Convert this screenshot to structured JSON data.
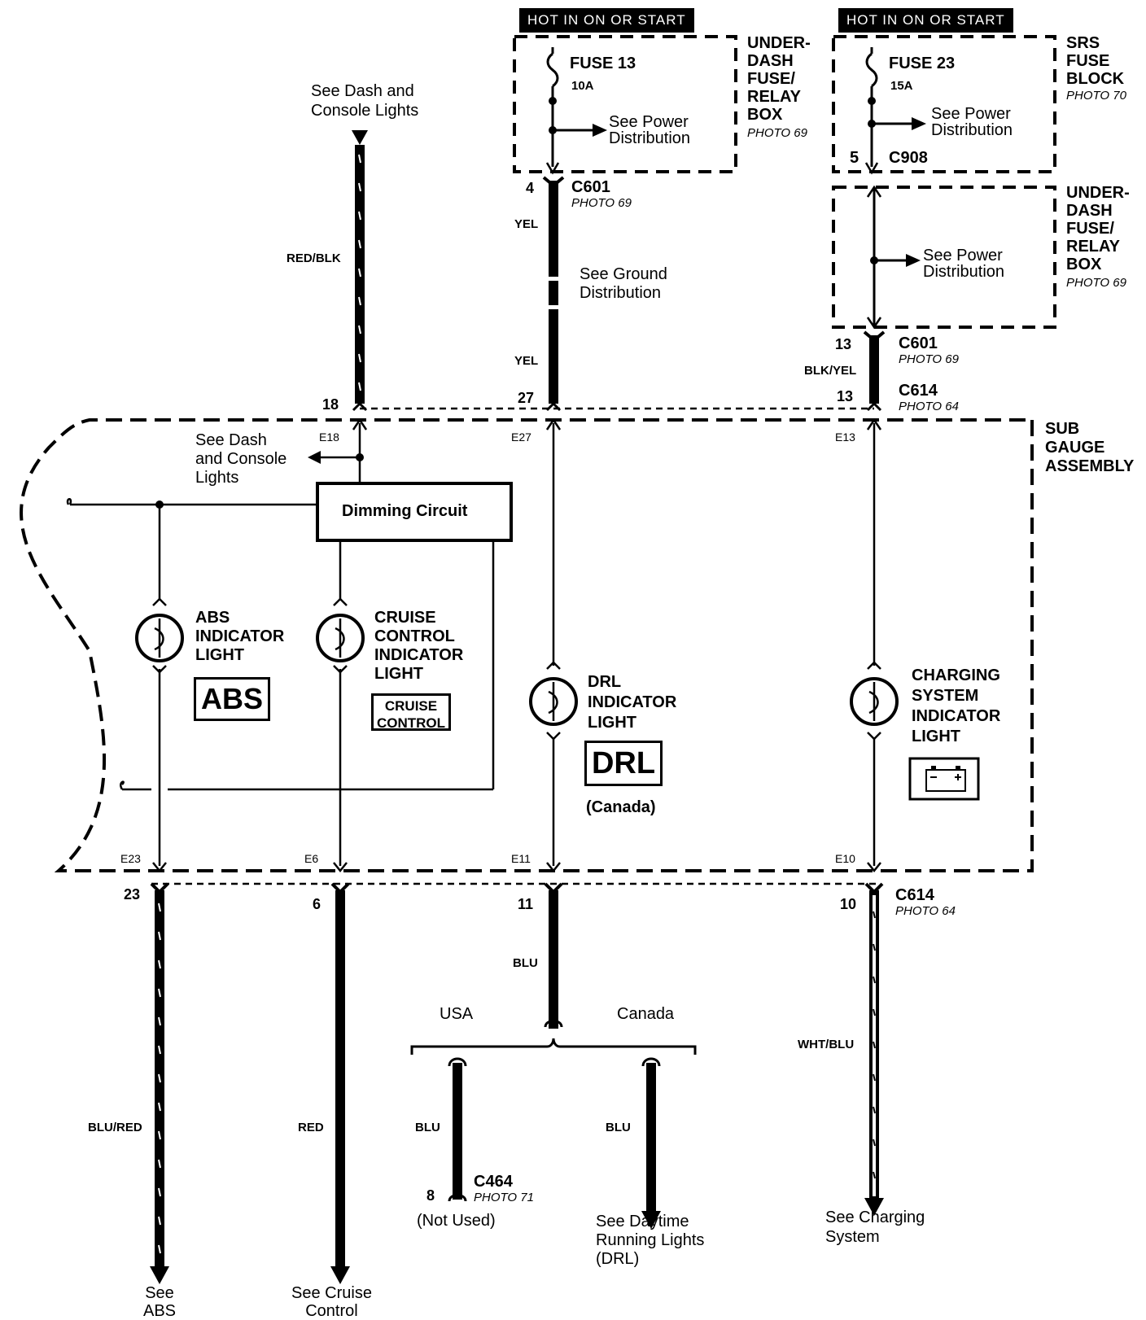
{
  "fuse_box_1": {
    "banner": "HOT IN ON OR START",
    "fuse_name": "FUSE 13",
    "fuse_rating": "10A",
    "see_power": "See Power\nDistribution",
    "box_name": "UNDER-\nDASH\nFUSE/\nRELAY\nBOX",
    "photo": "PHOTO 69"
  },
  "fuse_box_2": {
    "banner": "HOT IN ON OR START",
    "fuse_name": "FUSE 23",
    "fuse_rating": "15A",
    "see_power": "See Power\nDistribution",
    "pin": "5",
    "connector": "C908",
    "box_name": "SRS\nFUSE\nBLOCK",
    "photo": "PHOTO 70"
  },
  "relay_box": {
    "see_power": "See Power\nDistribution",
    "box_name": "UNDER-\nDASH\nFUSE/\nRELAY\nBOX",
    "photo": "PHOTO 69"
  },
  "top": {
    "dash_lights": "See Dash and\nConsole Lights",
    "wire_red_blk": "RED/BLK",
    "wire_yel_1": "YEL",
    "wire_yel_2": "YEL",
    "ground": "See Ground\nDistribution",
    "c601_pin": "4",
    "c601_name": "C601",
    "c601_photo": "PHOTO 69",
    "c601b_pin": "13",
    "c601b_name": "C601",
    "c601b_photo": "PHOTO 69",
    "wire_blk_yel": "BLK/YEL",
    "c614_pin_18": "18",
    "c614_pin_27": "27",
    "c614_pin_13": "13",
    "c614_name": "C614",
    "c614_photo": "PHOTO 64"
  },
  "assembly": {
    "name": "SUB\nGAUGE\nASSEMBLY",
    "e18": "E18",
    "e27": "E27",
    "e13": "E13",
    "dash_lights_2": "See Dash\nand Console\nLights",
    "dimming": "Dimming Circuit",
    "abs_light": "ABS\nINDICATOR\nLIGHT",
    "abs_icon": "ABS",
    "cruise_light": "CRUISE\nCONTROL\nINDICATOR\nLIGHT",
    "cruise_icon": "CRUISE\nCONTROL",
    "drl_light": "DRL\nINDICATOR\nLIGHT",
    "drl_icon": "DRL",
    "drl_canada": "(Canada)",
    "charging_light": "CHARGING\nSYSTEM\nINDICATOR\nLIGHT",
    "e23": "E23",
    "e6": "E6",
    "e11": "E11",
    "e10": "E10"
  },
  "bottom": {
    "pin_23": "23",
    "pin_6": "6",
    "pin_11": "11",
    "pin_10": "10",
    "c614_name": "C614",
    "c614_photo": "PHOTO 64",
    "wire_blu": "BLU",
    "usa": "USA",
    "canada": "Canada",
    "wire_blu_red": "BLU/RED",
    "wire_red": "RED",
    "wire_blu_usa": "BLU",
    "wire_blu_can": "BLU",
    "wire_wht_blu": "WHT/BLU",
    "c464_pin": "8",
    "c464_name": "C464",
    "c464_photo": "PHOTO 71",
    "not_used": "(Not Used)",
    "see_abs": "See\nABS",
    "see_cruise": "See Cruise\nControl",
    "see_drl": "See Daytime\nRunning Lights\n(DRL)",
    "see_charging": "See Charging\nSystem"
  }
}
